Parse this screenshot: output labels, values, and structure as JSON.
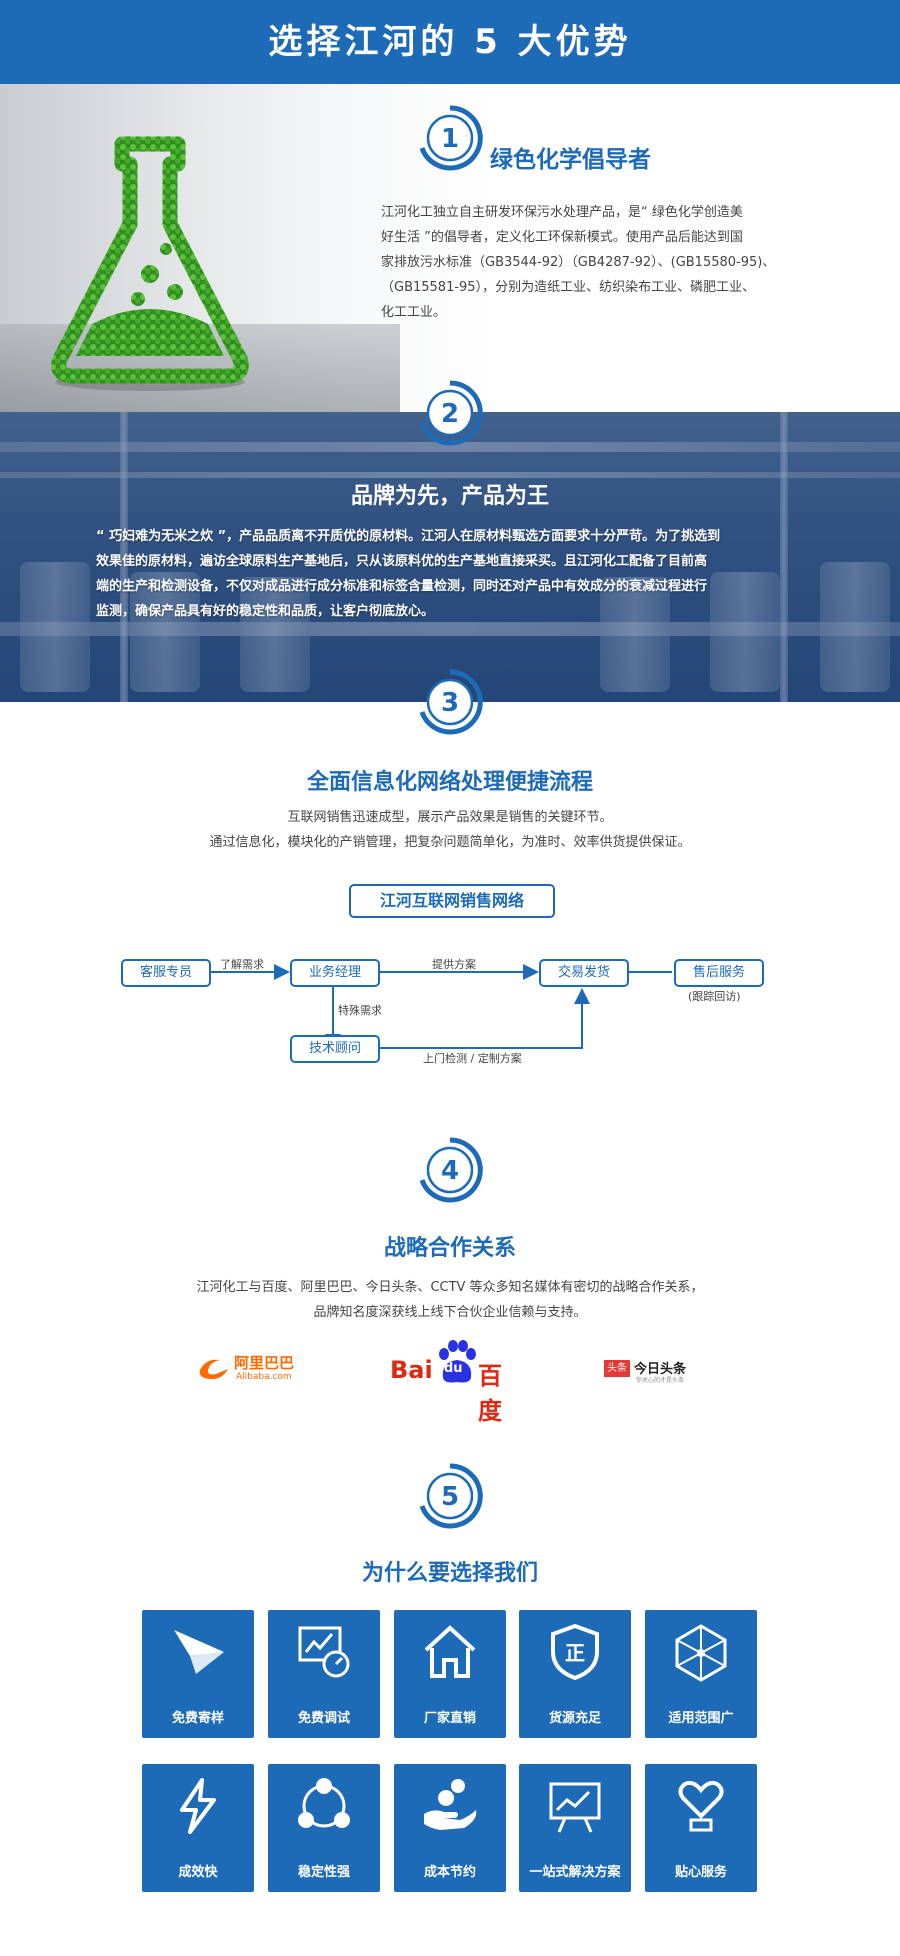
{
  "header": {
    "title": "选择江河的 5 大优势"
  },
  "sec1": {
    "number": "1",
    "title": "绿色化学倡导者",
    "lines": [
      "江河化工独立自主研发环保污水处理产品，是“ 绿色化学创造美",
      "好生活 ”的倡导者，定义化工环保新模式。使用产品后能达到国",
      "家排放污水标准（GB3544-92）（GB4287-92）、(GB15580-95)、",
      "（GB15581-95），分别为造纸工业、纺织染布工业、磷肥工业、",
      "化工工业。"
    ]
  },
  "sec2": {
    "number": "2",
    "title": "品牌为先，产品为王",
    "lines": [
      "“ 巧妇难为无米之炊 ”，产品品质离不开质优的原材料。江河人在原材料甄选方面要求十分严苛。为了挑选到",
      "效果佳的原材料，遍访全球原料生产基地后，只从该原料优的生产基地直接采买。且江河化工配备了目前高",
      "端的生产和检测设备，不仅对成品进行成分标准和标签含量检测，同时还对产品中有效成分的衰减过程进行",
      "监测，确保产品具有好的稳定性和品质，让客户彻底放心。"
    ]
  },
  "sec3": {
    "number": "3",
    "title": "全面信息化网络处理便捷流程",
    "line1": "互联网销售迅速成型，展示产品效果是销售的关键环节。",
    "line2": "通过信息化，模块化的产销管理，把复杂问题简单化，为准时、效率供货提供保证。",
    "diagram": {
      "title": "江河互联网销售网络",
      "nodes": {
        "customer_service": "客服专员",
        "business_manager": "业务经理",
        "trade_shipping": "交易发货",
        "after_sales": "售后服务",
        "tech_consultant": "技术顾问"
      },
      "edges": {
        "understand_needs": "了解需求",
        "provide_plan": "提供方案",
        "special_needs": "特殊需求",
        "onsite_test": "上门检测 / 定制方案"
      },
      "after_sales_note": "(跟踪回访)"
    }
  },
  "sec4": {
    "number": "4",
    "title": "战略合作关系",
    "line1": "江河化工与百度、阿里巴巴、今日头条、CCTV 等众多知名媒体有密切的战略合作关系，",
    "line2": "品牌知名度深获线上线下合伙企业信赖与支持。",
    "partners": {
      "alibaba_cn": "阿里巴巴",
      "alibaba_en": "Alibaba.com",
      "baidu_bai": "Bai",
      "baidu_du": "du",
      "baidu_cn": "百度",
      "toutiao_badge": "头条",
      "toutiao_name": "今日头条",
      "toutiao_tagline": "你关心的才是头条"
    }
  },
  "sec5": {
    "number": "5",
    "title": "为什么要选择我们",
    "tiles": [
      {
        "label": "免费寄样",
        "icon": "paper-plane-icon"
      },
      {
        "label": "免费调试",
        "icon": "monitor-gauge-icon"
      },
      {
        "label": "厂家直销",
        "icon": "factory-house-icon"
      },
      {
        "label": "货源充足",
        "icon": "shield-check-icon"
      },
      {
        "label": "适用范围广",
        "icon": "network-cube-icon"
      },
      {
        "label": "成效快",
        "icon": "lightning-icon"
      },
      {
        "label": "稳定性强",
        "icon": "triangle-nodes-icon"
      },
      {
        "label": "成本节约",
        "icon": "hand-coin-icon"
      },
      {
        "label": "一站式解决方案",
        "icon": "presentation-board-icon"
      },
      {
        "label": "贴心服务",
        "icon": "heart-hand-icon"
      }
    ]
  },
  "colors": {
    "brand_blue": "#1d6bb7",
    "leaf_green": "#3fae2a",
    "baidu_red": "#de2910",
    "baidu_blue": "#2932e1",
    "toutiao_red": "#e53935",
    "alibaba_orange": "#ff6a00"
  }
}
